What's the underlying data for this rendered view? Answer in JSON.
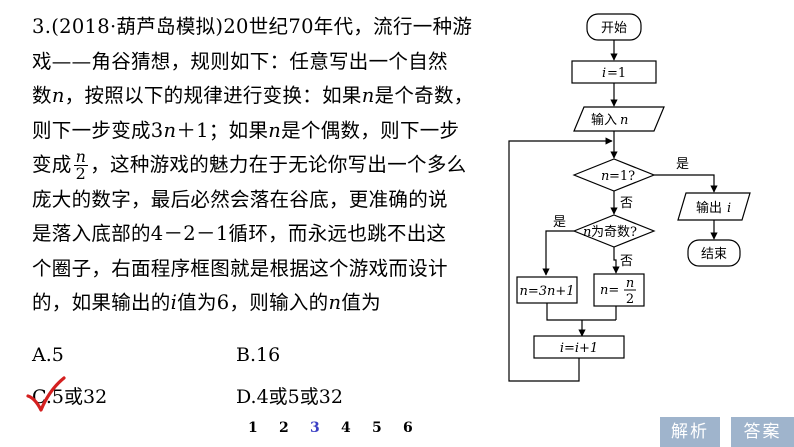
{
  "problem": {
    "line1": "3.(2018·葫芦岛模拟)20世纪70年代，流行一种游",
    "line2": "戏——角谷猜想，规则如下：任意写出一个自然",
    "line3_a": "数",
    "line3_b": "n",
    "line3_c": "，按照以下的规律进行变换：如果",
    "line3_d": "n",
    "line3_e": "是个奇数，",
    "line4_a": "则下一步变成3",
    "line4_b": "n",
    "line4_c": "＋1；如果",
    "line4_d": "n",
    "line4_e": "是个偶数，则下一步",
    "line5_a": "变成",
    "line5_num": "n",
    "line5_den": "2",
    "line5_b": "，这种游戏的魅力在于无论你写出一个多么",
    "line6": "庞大的数字，最后必然会落在谷底，更准确的说",
    "line7": "是落入底部的4－2－1循环，而永远也跳不出这",
    "line8": "个圈子，右面程序框图就是根据这个游戏而设计",
    "line9_a": "的，如果输出的",
    "line9_b": "i",
    "line9_c": "值为6，则输入的",
    "line9_d": "n",
    "line9_e": "值为"
  },
  "options": {
    "a": "A.5",
    "b": "B.16",
    "c": "C.5或32",
    "d": "D.4或5或32"
  },
  "pager": {
    "pages": [
      "1",
      "2",
      "3",
      "4",
      "5",
      "6"
    ],
    "current": "3"
  },
  "buttons": {
    "analysis": "解析",
    "answer": "答案"
  },
  "flowchart": {
    "start": "开始",
    "init_i": "i",
    "init_eq": "=1",
    "input_text": "输入",
    "input_var": "n",
    "cond1_var": "n",
    "cond1_text": "=1?",
    "cond1_yes": "是",
    "cond1_no": "否",
    "cond2_var": "n",
    "cond2_text": "为奇数?",
    "cond2_yes": "是",
    "cond2_no": "否",
    "output_text": "输出",
    "output_var": "i",
    "end": "结束",
    "odd_step": "n=3n+1",
    "even_lhs": "n=",
    "even_num": "n",
    "even_den": "2",
    "increment": "i=i+1"
  },
  "colors": {
    "check": "#d42020",
    "current_page": "#3b3fc4",
    "button_bg": "#9fb4cc"
  }
}
